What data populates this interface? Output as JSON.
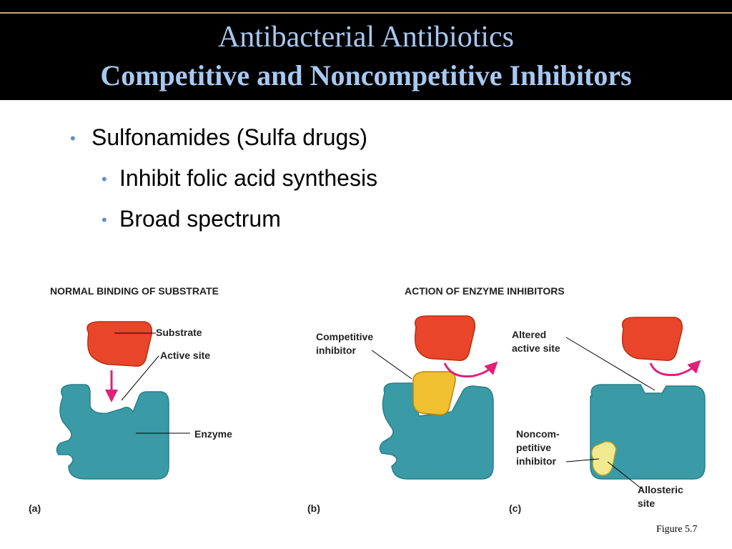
{
  "title": {
    "line1": "Antibacterial Antibiotics",
    "line2": "Competitive and Noncompetitive Inhibitors"
  },
  "bullets": [
    {
      "text": "Sulfonamides (Sulfa drugs)",
      "level": 1
    },
    {
      "text": "Inhibit folic acid synthesis",
      "level": 2
    },
    {
      "text": "Broad spectrum",
      "level": 2
    }
  ],
  "figure": {
    "heading_normal": "NORMAL BINDING OF SUBSTRATE",
    "heading_inhibitors": "ACTION OF ENZYME INHIBITORS",
    "labels": {
      "substrate": "Substrate",
      "active_site": "Active site",
      "enzyme": "Enzyme",
      "competitive_1": "Competitive",
      "competitive_2": "inhibitor",
      "altered_1": "Altered",
      "altered_2": "active site",
      "noncomp_1": "Noncom-",
      "noncomp_2": "petitive",
      "noncomp_3": "inhibitor",
      "allosteric_1": "Allosteric",
      "allosteric_2": "site"
    },
    "panel_labels": [
      "(a)",
      "(b)",
      "(c)"
    ],
    "caption": "Figure 5.7"
  },
  "colors": {
    "header_bg": "#000000",
    "title_text": "#a8c8f0",
    "bullet_dot": "#5b8fc9",
    "enzyme": "#3a9aa6",
    "substrate": "#e8452a",
    "competitive_inhibitor": "#f0c030",
    "noncompetitive_inhibitor": "#f2e890",
    "arrow": "#e0207a"
  }
}
